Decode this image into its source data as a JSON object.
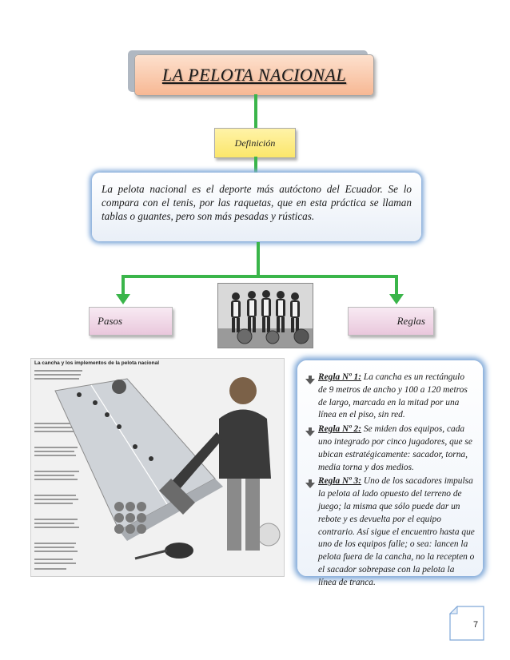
{
  "title": "LA PELOTA NACIONAL",
  "definition_label": "Definición",
  "description": "La pelota nacional es el deporte más autóctono del Ecuador. Se lo compara con el tenis, por las raquetas, que en esta práctica se llaman tablas o guantes, pero son más pesadas y rústicas.",
  "pasos_label": "Pasos",
  "reglas_label": "Reglas",
  "infographic": {
    "title": "La cancha y los implementos de la pelota nacional"
  },
  "rules": [
    {
      "head": "Regla Nº 1:",
      "text": " La cancha es un rectángulo de 9 metros de ancho y 100 a 120 metros de largo, marcada en la mitad por una línea en el piso, sin red."
    },
    {
      "head": "Regla Nº 2:",
      "text": " Se miden dos equipos, cada uno integrado por cinco jugadores, que se ubican estratégicamente: sacador, torna, media torna y dos medios."
    },
    {
      "head": "Regla Nº 3:",
      "text": " Uno de los sacadores impulsa la pelota al lado opuesto del terreno de juego; la misma que sólo puede dar un rebote y es devuelta por el equipo contrario. Así sigue el encuentro hasta que uno de los equipos falle; o sea: lancen la pelota fuera de la cancha, no la recepten o el sacador sobrepase con la pelota la línea de tranca."
    }
  ],
  "page_number": "7",
  "colors": {
    "connector": "#3ab54a",
    "title_fill": "#f7b894",
    "definition_fill": "#fbe66a",
    "label_fill": "#e9c7dc",
    "glow": "#7fa8d8"
  },
  "icons": {
    "bullet": "arrow-down-bullet-icon",
    "page_corner": "folded-corner-icon"
  }
}
